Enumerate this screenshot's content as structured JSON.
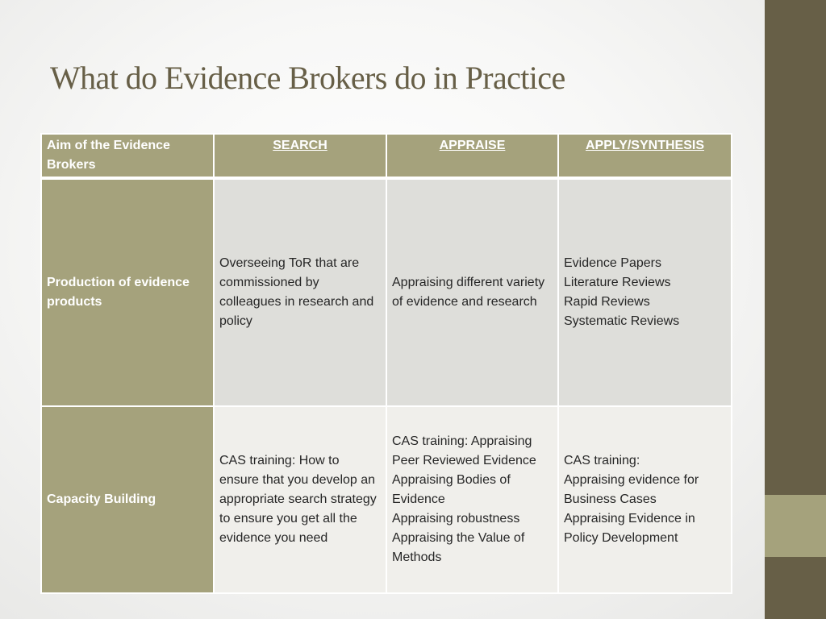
{
  "title": "What do Evidence Brokers do in Practice",
  "table": {
    "headers": [
      "Aim of the Evidence Brokers",
      "SEARCH",
      "APPRAISE",
      "APPLY/SYNTHESIS"
    ],
    "rows": [
      {
        "label": "Production of evidence products",
        "search": "Overseeing ToR that are commissioned by colleagues in research and policy",
        "appraise": "Appraising different variety of evidence and research",
        "apply": [
          "Evidence Papers",
          "Literature Reviews",
          "Rapid Reviews",
          "Systematic Reviews"
        ]
      },
      {
        "label": "Capacity Building",
        "search": "CAS training: How to ensure that you develop an appropriate search strategy to ensure you get all the evidence you need",
        "appraise": [
          "CAS training: Appraising Peer Reviewed Evidence",
          "Appraising Bodies of Evidence",
          "Appraising robustness",
          "Appraising the Value of Methods"
        ],
        "apply": [
          "CAS training:",
          "Appraising evidence for Business Cases",
          "Appraising Evidence in Policy Development"
        ]
      }
    ]
  },
  "colors": {
    "title": "#675f47",
    "sidebar": "#675f47",
    "accent": "#a5a27c",
    "row1_cells": "#dededa",
    "row2_cells": "#f0efeb"
  }
}
